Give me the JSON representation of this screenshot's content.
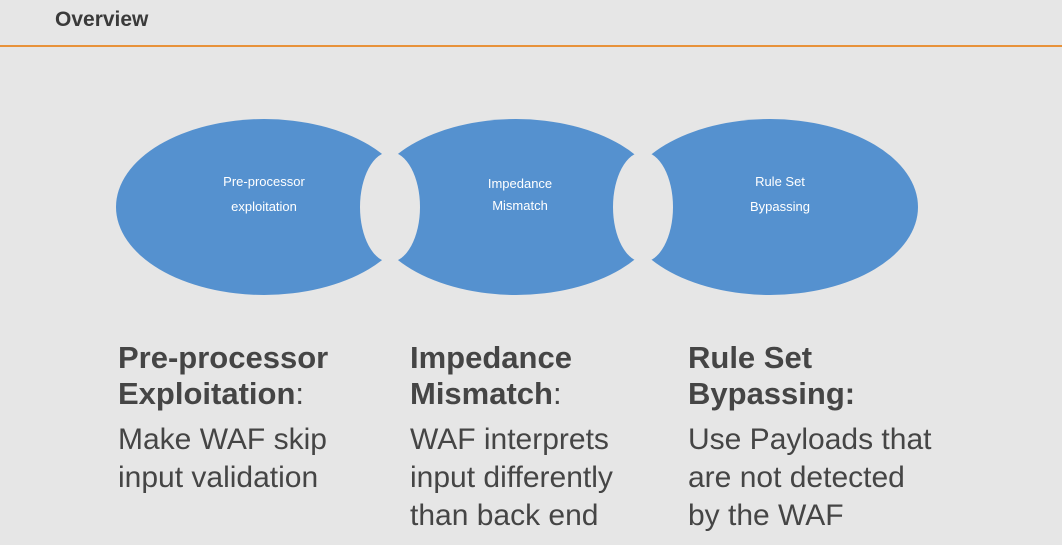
{
  "header": {
    "title": "Overview"
  },
  "diagram": {
    "fill_color": "#5591cf",
    "accent_color": "#e8923a",
    "ellipses": [
      {
        "line1": "Pre-processor",
        "line2": "exploitation"
      },
      {
        "line1": "Impedance",
        "line2": "Mismatch"
      },
      {
        "line1": "Rule Set",
        "line2": "Bypassing"
      }
    ]
  },
  "columns": [
    {
      "title_line1": "Pre-processor",
      "title_line2": "Exploitation",
      "colon": ":",
      "desc_line1": "Make WAF skip",
      "desc_line2": "input validation",
      "desc_line3": ""
    },
    {
      "title_line1": "Impedance",
      "title_line2": "Mismatch",
      "colon": ":",
      "desc_line1": "WAF interprets",
      "desc_line2": "input differently",
      "desc_line3": "than back end"
    },
    {
      "title_line1": "Rule Set",
      "title_line2": "Bypassing:",
      "colon": "",
      "desc_line1": "Use Payloads that",
      "desc_line2": "are not detected",
      "desc_line3": "by the WAF"
    }
  ]
}
